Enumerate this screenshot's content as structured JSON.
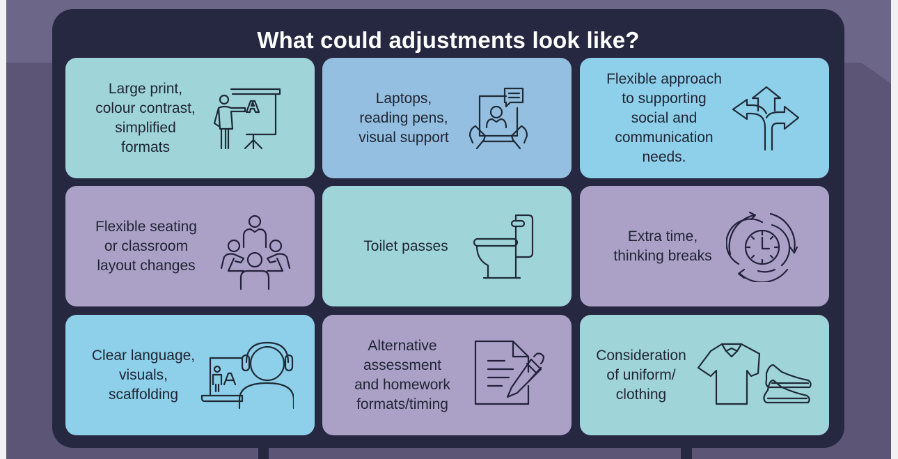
{
  "title": "What could adjustments look like?",
  "colors": {
    "background": "#5c5575",
    "panel": "#262740",
    "title_text": "#ffffff",
    "card_text": "#1f2433",
    "card_teal": "#9fd5d8",
    "card_blue": "#94bfe0",
    "card_sky": "#8ecfe9",
    "card_lavender": "#aba1c6"
  },
  "cards": [
    {
      "text": "Large print,\ncolour contrast,\nsimplified\nformats",
      "icon": "teacher-presentation-icon",
      "color": "teal"
    },
    {
      "text": "Laptops,\nreading pens,\nvisual support",
      "icon": "tablet-video-call-icon",
      "color": "blue"
    },
    {
      "text": "Flexible approach\nto supporting\nsocial and\ncommunication\nneeds.",
      "icon": "branching-arrows-icon",
      "color": "sky"
    },
    {
      "text": "Flexible seating\nor classroom\nlayout changes",
      "icon": "group-meeting-icon",
      "color": "lavender"
    },
    {
      "text": "Toilet passes",
      "icon": "toilet-icon",
      "color": "teal"
    },
    {
      "text": "Extra time,\nthinking breaks",
      "icon": "clock-cycle-icon",
      "color": "lavender"
    },
    {
      "text": "Clear language,\nvisuals,\nscaffolding",
      "icon": "headset-learner-icon",
      "color": "sky"
    },
    {
      "text": "Alternative\nassessment\nand homework\nformats/timing",
      "icon": "document-pen-icon",
      "color": "lavender"
    },
    {
      "text": "Consideration\nof uniform/\nclothing",
      "icon": "shirt-shoes-icon",
      "color": "teal"
    }
  ]
}
